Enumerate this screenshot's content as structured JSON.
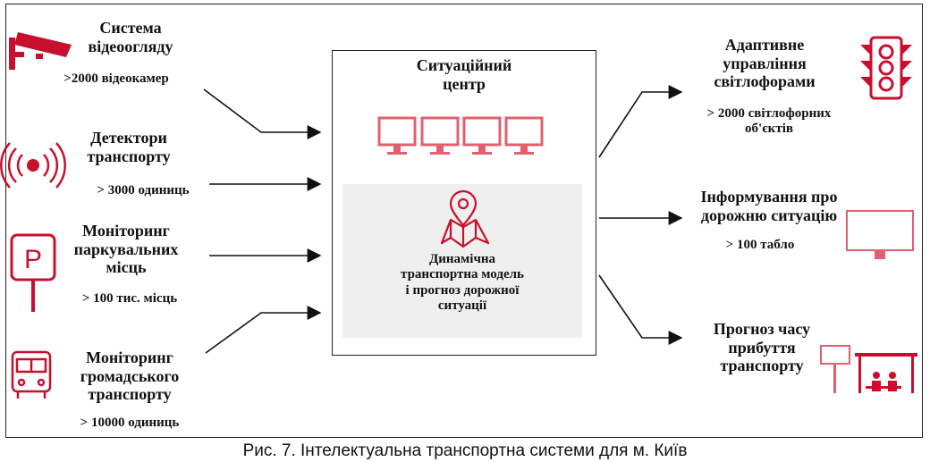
{
  "colors": {
    "accent": "#c8102e",
    "accent_light": "#e06070",
    "box_fill": "#efefef"
  },
  "center": {
    "title": [
      "Ситуаційний",
      "центр"
    ],
    "model": [
      "Динамічна",
      "транспортна модель",
      "і прогноз дорожної",
      "ситуації"
    ]
  },
  "inputs": [
    {
      "title": [
        "Система",
        "відеоогляду"
      ],
      "stat": ">2000 відеокамер",
      "icon": "cctv-camera-icon"
    },
    {
      "title": [
        "Детектори",
        "транспорту"
      ],
      "stat": "> 3000 одиниць",
      "icon": "radio-signal-icon"
    },
    {
      "title": [
        "Моніторинг",
        "паркувальних",
        "місць"
      ],
      "stat": "> 100 тис. місць",
      "icon": "parking-sign-icon"
    },
    {
      "title": [
        "Моніторинг",
        "громадського",
        "транспорту"
      ],
      "stat": "> 10000 одиниць",
      "icon": "bus-icon"
    }
  ],
  "outputs": [
    {
      "title": [
        "Адаптивне",
        "управління",
        "світлофорами"
      ],
      "stat": [
        "> 2000 світлофорних",
        "об'єктів"
      ],
      "icon": "traffic-light-icon"
    },
    {
      "title": [
        "Інформування про",
        "дорожню ситуацію"
      ],
      "stat": [
        "> 100 табло"
      ],
      "icon": "display-board-icon"
    },
    {
      "title": [
        "Прогноз часу",
        "прибуття",
        "транспорту"
      ],
      "stat": [],
      "icon": "bus-stop-icon"
    }
  ],
  "caption": "Рис. 7. Інтелектуальна транспортна системи для м. Київ"
}
